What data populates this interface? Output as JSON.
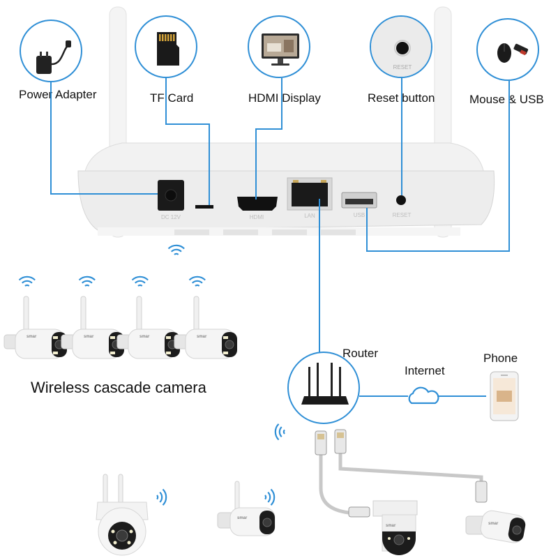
{
  "peripherals": {
    "power_adapter": "Power Adapter",
    "tf_card": "TF Card",
    "hdmi_display": "HDMI Display",
    "reset_button": "Reset button",
    "mouse_usb": "Mouse & USB"
  },
  "nvr_ports": {
    "dc": "DC 12V",
    "hdmi": "HDMI",
    "lan": "LAN",
    "usb": "USB",
    "reset": "RESET"
  },
  "network": {
    "router": "Router",
    "internet": "Internet",
    "phone": "Phone"
  },
  "cameras": {
    "cascade_label": "Wireless cascade camera",
    "brand": "smar"
  },
  "colors": {
    "line": "#2f8fd6",
    "cloud": "#2f8fd6",
    "wifi": "#2f8fd6",
    "nvr_body": "#eeeeee"
  }
}
